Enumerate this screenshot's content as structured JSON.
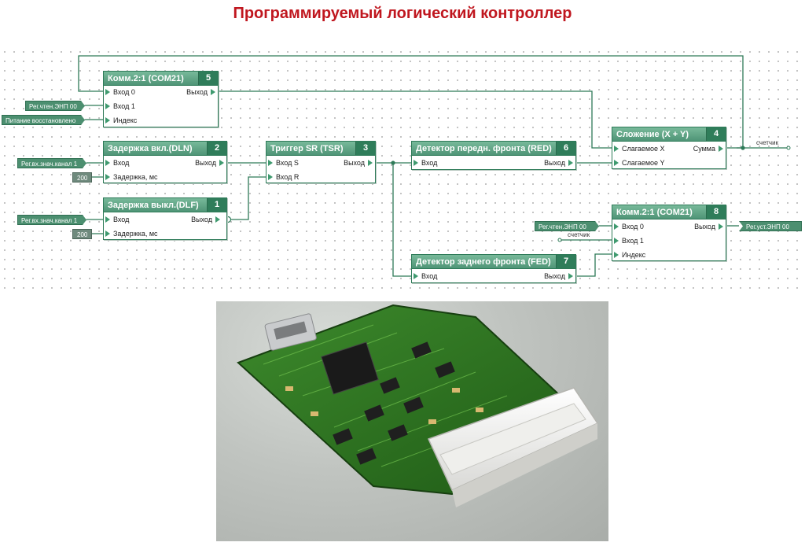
{
  "title": "Программируемый логический контроллер",
  "colors": {
    "title": "#c0171f",
    "block_header": "#5aa383",
    "wire": "#2e7a58",
    "tag": "#4c8f70"
  },
  "blocks": {
    "b5": {
      "title": "Комм.2:1 (COM21)",
      "num": "5",
      "in": [
        "Вход 0",
        "Вход 1",
        "Индекс"
      ],
      "out": [
        "Выход"
      ]
    },
    "b2": {
      "title": "Задержка вкл.(DLN)",
      "num": "2",
      "in": [
        "Вход",
        "Задержка, мс"
      ],
      "out": [
        "Выход"
      ]
    },
    "b1": {
      "title": "Задержка выкл.(DLF)",
      "num": "1",
      "in": [
        "Вход",
        "Задержка, мс"
      ],
      "out": [
        "Выход"
      ]
    },
    "b3": {
      "title": "Триггер SR (TSR)",
      "num": "3",
      "in": [
        "Вход S",
        "Вход R"
      ],
      "out": [
        "Выход"
      ]
    },
    "b6": {
      "title": "Детектор передн. фронта (RED)",
      "num": "6",
      "in": [
        "Вход"
      ],
      "out": [
        "Выход"
      ]
    },
    "b7": {
      "title": "Детектор заднего фронта (FED)",
      "num": "7",
      "in": [
        "Вход"
      ],
      "out": [
        "Выход"
      ]
    },
    "b4": {
      "title": "Сложение (X + Y)",
      "num": "4",
      "in": [
        "Слагаемое X",
        "Слагаемое Y"
      ],
      "out": [
        "Сумма"
      ]
    },
    "b8": {
      "title": "Комм.2:1 (COM21)",
      "num": "8",
      "in": [
        "Вход 0",
        "Вход 1",
        "Индекс"
      ],
      "out": [
        "Выход"
      ]
    }
  },
  "tags": {
    "reg_enp_1": "Рег.чтен.ЭНП 00",
    "power": "Питание восстановлено",
    "reg_ch1_a": "Рег.вх.знач.канал 1",
    "reg_ch1_b": "Рег.вх.знач.канал 1",
    "reg_enp_2": "Рег.чтен.ЭНП 00",
    "reg_out": "Рег.уст.ЭНП 00"
  },
  "constants": {
    "delay_a": "200",
    "delay_b": "200"
  },
  "wire_labels": {
    "counter_a": "счетчик",
    "counter_b": "счетчик"
  }
}
